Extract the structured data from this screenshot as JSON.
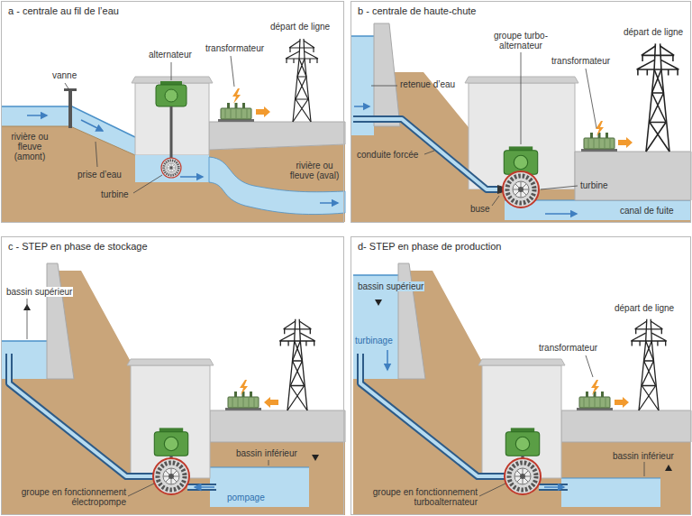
{
  "diagram": {
    "nodes": [
      {
        "text": [
          "a - centrale au fil de l’eau"
        ]
      },
      {
        "text": [
          "b - centrale de haute-chute"
        ]
      },
      {
        "text": [
          "c - STEP en phase de stockage"
        ]
      },
      {
        "text": [
          "d- STEP en phase de production"
        ]
      }
    ],
    "labels": [
      "vanne",
      "rivière ou fleuve (amont)",
      "prise d’eau",
      "alternateur",
      "turbine",
      "transformateur",
      "départ de ligne",
      "rivière ou fleuve (aval)",
      "retenue d’eau",
      "groupe turbo-alternateur",
      "transformateur",
      "départ de ligne",
      "conduite forcée",
      "buse",
      "turbine",
      "canal de fuite",
      "bassin supérieur",
      "bassin inférieur",
      "groupe en fonctionnement électropompe",
      "pompage",
      "bassin supérieur",
      "turbinage",
      "départ de ligne",
      "transformateur",
      "bassin inférieur",
      "groupe en fonctionnement turboalternateur"
    ]
  }
}
